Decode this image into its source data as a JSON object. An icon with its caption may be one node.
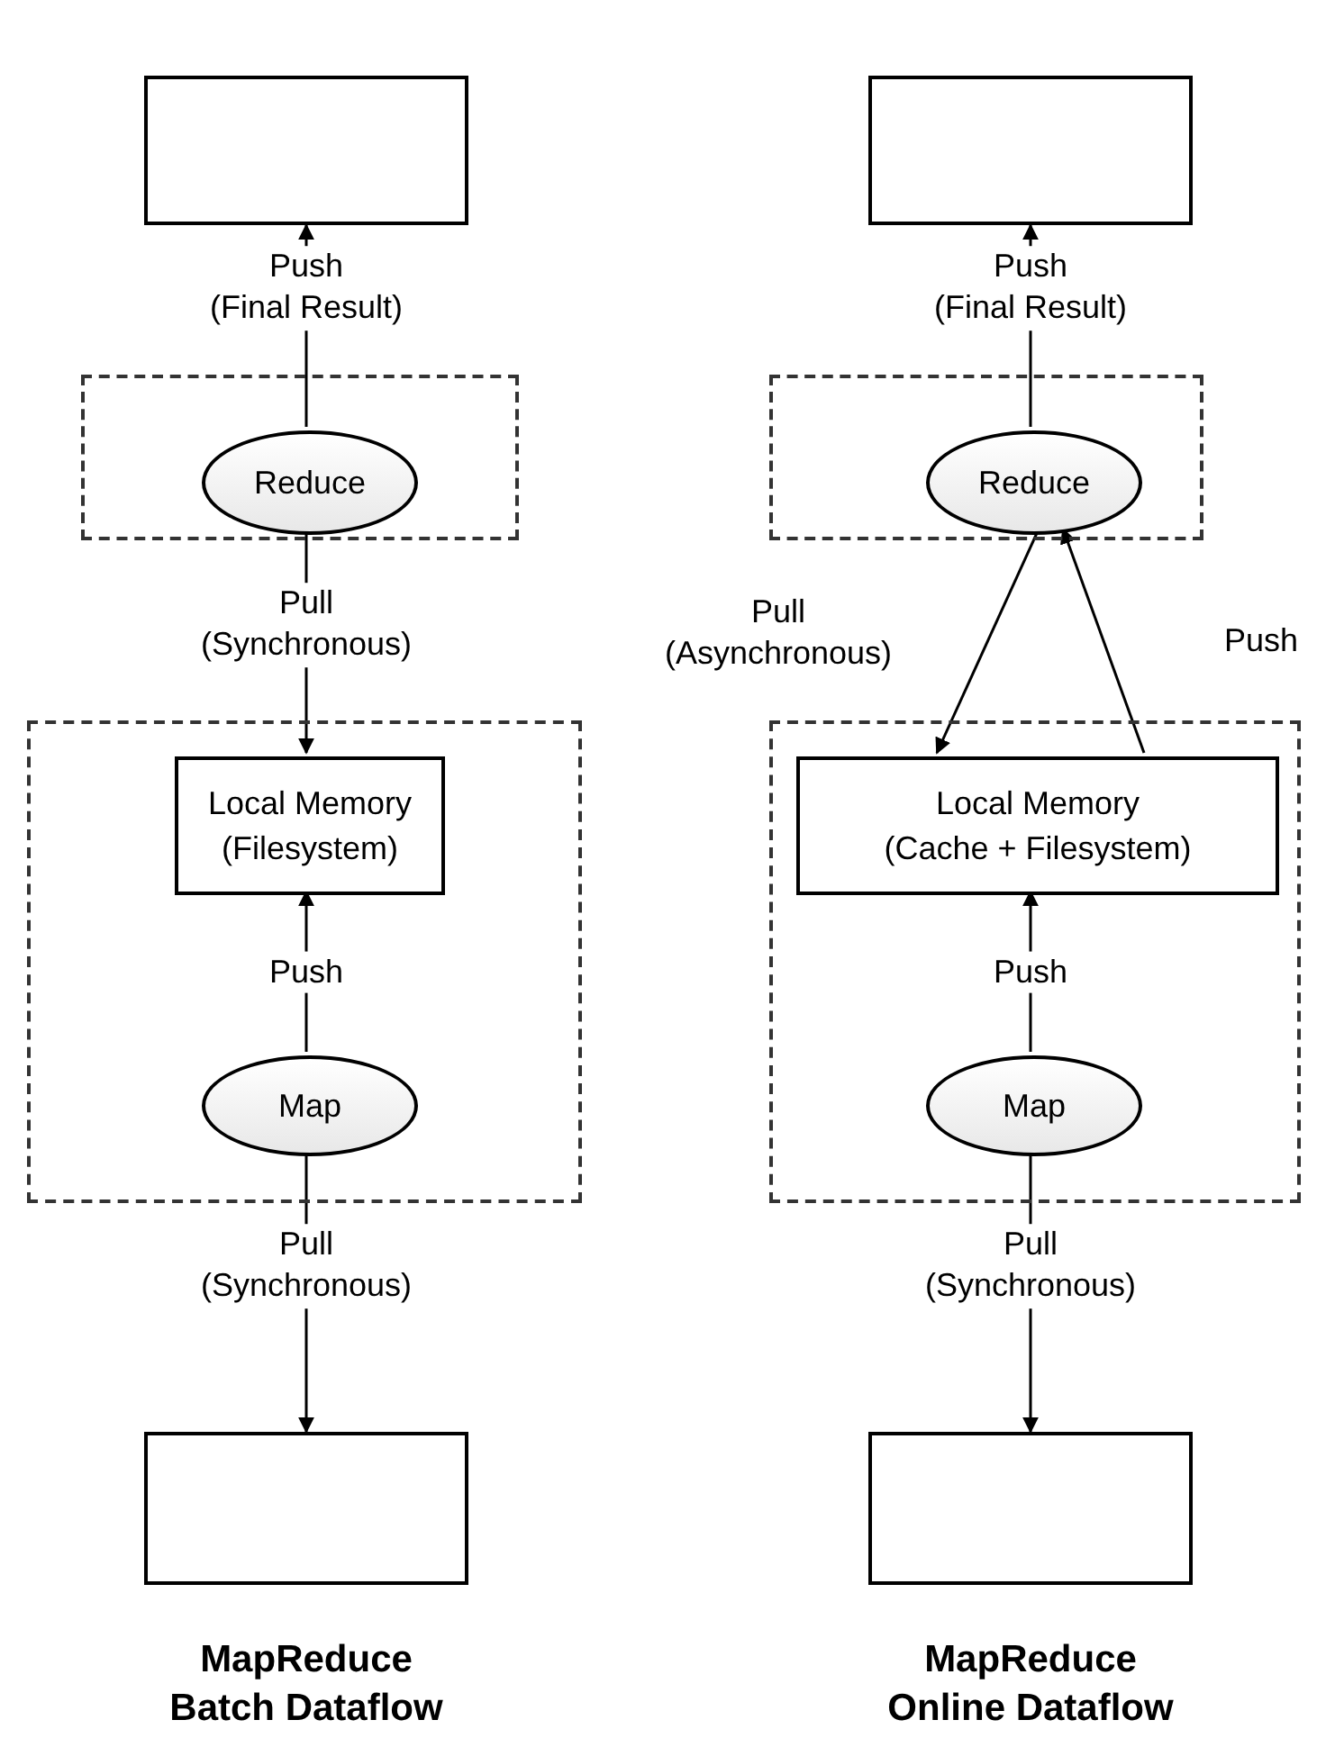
{
  "diagram": {
    "nodes": [
      {
        "text": [],
        "shape": "box"
      },
      {
        "text": [],
        "shape": "box"
      },
      {
        "text": [
          "Reduce"
        ],
        "in": 1
      },
      {
        "text": [],
        "shape": "box"
      },
      {
        "text": [
          "Local Memory (Filesystem)"
        ],
        "in": 3
      },
      {
        "text": [
          "Map"
        ],
        "in": 3
      },
      {
        "text": [],
        "shape": "box"
      },
      {
        "text": [],
        "shape": "box"
      },
      {
        "text": [],
        "shape": "box"
      },
      {
        "text": [
          "Reduce"
        ],
        "in": 8
      },
      {
        "text": [],
        "shape": "box"
      },
      {
        "text": [
          "Local Memory (Cache + Filesystem)"
        ],
        "in": 10
      },
      {
        "text": [
          "Map"
        ],
        "in": 10
      },
      {
        "text": [],
        "shape": "box"
      }
    ],
    "edges": [
      {
        "from": 2,
        "to": 0,
        "arrow": "to",
        "label": "Push (Final Result)"
      },
      {
        "from": 2,
        "to": 4,
        "arrow": "to",
        "label": "Pull (Synchronous)"
      },
      {
        "from": 5,
        "to": 4,
        "arrow": "to",
        "label": "Push"
      },
      {
        "from": 5,
        "to": 6,
        "arrow": "to",
        "label": "Pull (Synchronous)"
      },
      {
        "from": 9,
        "to": 7,
        "arrow": "to",
        "label": "Push (Final Result)"
      },
      {
        "from": 9,
        "to": 11,
        "arrow": "to",
        "label": "Pull (Asynchronous)"
      },
      {
        "from": 11,
        "to": 9,
        "arrow": "to",
        "label": "Push"
      },
      {
        "from": 12,
        "to": 11,
        "arrow": "to",
        "label": "Push"
      },
      {
        "from": 12,
        "to": 13,
        "arrow": "to",
        "label": "Pull (Synchronous)"
      }
    ],
    "labels": [
      "MapReduce Batch Dataflow",
      "MapReduce Online Dataflow"
    ]
  }
}
